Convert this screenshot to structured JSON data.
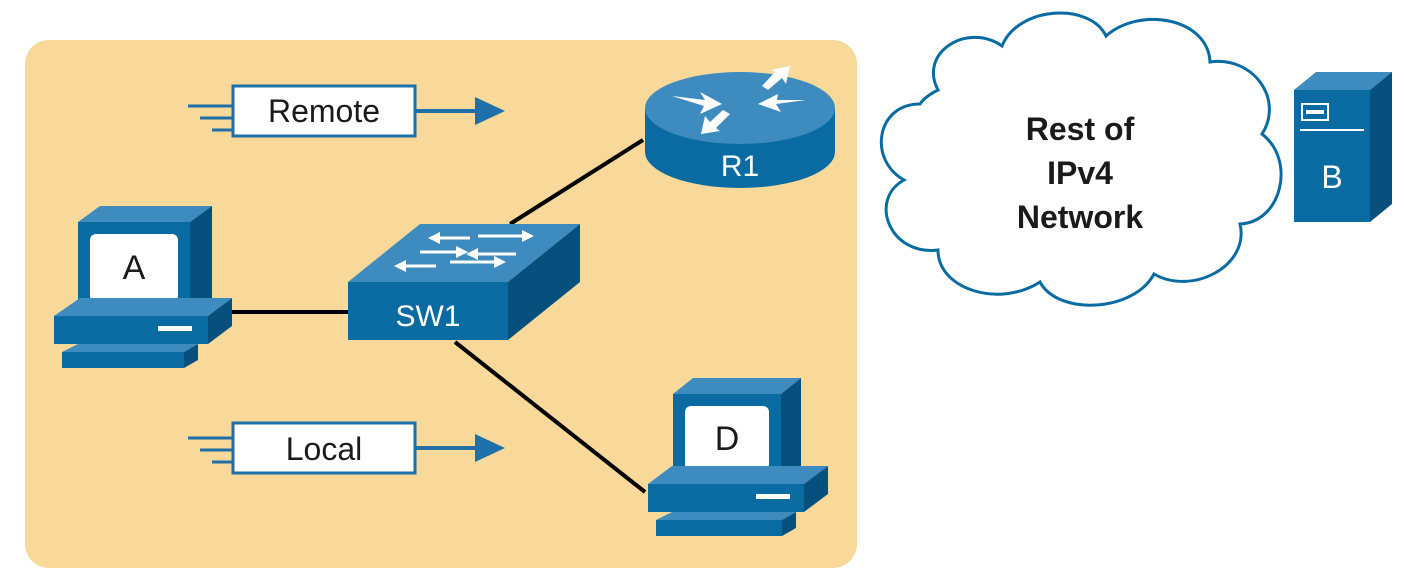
{
  "colors": {
    "lan_area": "#F9D99A",
    "device_blue": "#0A6BA3",
    "device_top": "#3E8BC0",
    "device_dark": "#07507E",
    "link": "#000000",
    "cloud_stroke": "#0A6BA3",
    "arrow": "#1F6FA8",
    "text_light": "#ffffff",
    "text_dark": "#1a1a1a"
  },
  "labels": {
    "remote": "Remote",
    "local": "Local"
  },
  "devices": {
    "router": {
      "label": "R1",
      "icon": "router-icon"
    },
    "switch": {
      "label": "SW1",
      "icon": "switch-icon"
    },
    "pc_a": {
      "label": "A",
      "icon": "pc-icon"
    },
    "pc_d": {
      "label": "D",
      "icon": "pc-icon"
    },
    "server_b": {
      "label": "B",
      "icon": "server-icon"
    }
  },
  "cloud": {
    "lines": [
      "Rest of",
      "IPv4",
      "Network"
    ]
  }
}
